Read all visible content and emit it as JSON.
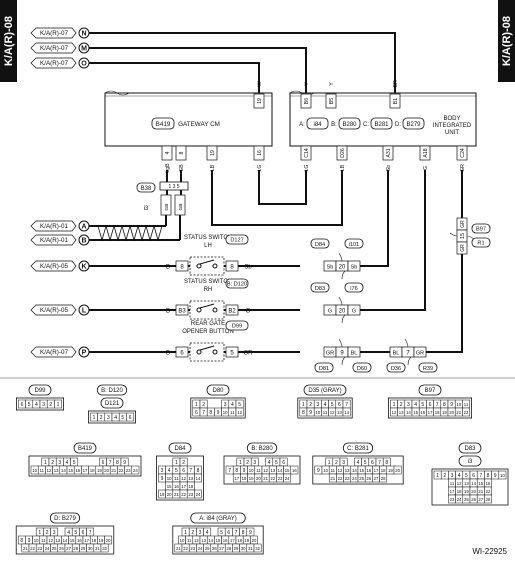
{
  "side_tab": "K/A(R)-08",
  "figure_id": "WI-22925",
  "harness": {
    "prefix": "K/A(R)-07",
    "rows": [
      {
        "label": "K/A(R)-07",
        "pin": "N"
      },
      {
        "label": "K/A(R)-07",
        "pin": "M"
      },
      {
        "label": "K/A(R)-07",
        "pin": "O"
      },
      {
        "label": "K/A(R)-01",
        "pin": "A"
      },
      {
        "label": "K/A(R)-01",
        "pin": "B"
      },
      {
        "label": "K/A(R)-05",
        "pin": "K"
      },
      {
        "label": "K/A(R)-05",
        "pin": "L"
      },
      {
        "label": "K/A(R)-07",
        "pin": "P"
      }
    ]
  },
  "gateway": {
    "name": "GATEWAY CM",
    "code": "B419",
    "top_pins": [
      {
        "n": "19",
        "w": "W"
      }
    ],
    "bottom_pins": [
      {
        "n": "4",
        "w": "LgB"
      },
      {
        "n": "8",
        "w": "GB"
      },
      {
        "n": "19",
        "w": "LB"
      },
      {
        "n": "16",
        "w": "LG"
      }
    ]
  },
  "biu": {
    "name": "BODY INTEGRATED UNIT",
    "codes": [
      {
        "k": "A:",
        "c": "i84"
      },
      {
        "k": "B:",
        "c": "B280"
      },
      {
        "k": "C:",
        "c": "B281"
      },
      {
        "k": "D:",
        "c": "B279"
      }
    ],
    "top_pins": [
      {
        "n": "B6",
        "w": "Y"
      },
      {
        "n": "B5",
        "w": "Y"
      },
      {
        "n": "B1",
        "w": "GR"
      }
    ],
    "bottom_pins": [
      {
        "n": "C14",
        "w": "LG"
      },
      {
        "n": "D26",
        "w": "LB"
      },
      {
        "n": "A31",
        "w": "Sb"
      },
      {
        "n": "A18",
        "w": "G"
      },
      {
        "n": "C24",
        "w": "GR"
      }
    ]
  },
  "joint_b38": {
    "code": "B38",
    "sub": "i3",
    "pins": [
      "1",
      "3",
      "5"
    ]
  },
  "switches": [
    {
      "title": "STATUS SWITCH LH",
      "code": "D127",
      "pin_l": "8",
      "pin_r": "8",
      "wire_l": "B",
      "wire_r": "Sb"
    },
    {
      "title": "STATUS SWITCH RH",
      "code": "B: D120",
      "pin_l": "B3",
      "pin_r": "B2",
      "wire_l": "B",
      "wire_r": "G"
    },
    {
      "title": "REAR GATE OPENER BUTTON",
      "code": "D99",
      "pin_l": "6",
      "pin_r": "5",
      "wire_l": "B",
      "wire_r": "GR"
    }
  ],
  "inline_connectors": [
    {
      "code": "D84",
      "sub": "i101",
      "pin": "20",
      "wire_l": "Sb",
      "wire_r": "Sb"
    },
    {
      "code": "D83",
      "sub": "i76",
      "pin": "20",
      "wire_l": "G",
      "wire_r": "G"
    },
    {
      "code": "D81",
      "sub": "D60",
      "pin": "9",
      "wire_l": "GR",
      "wire_r": "BL"
    },
    {
      "code": "D36",
      "sub": "R39",
      "pin": "7",
      "wire_l": "BL",
      "wire_r": "GR"
    },
    {
      "code": "B97",
      "sub": "R1",
      "pin": "15",
      "wire_l": "GR",
      "wire_r": "GR"
    }
  ],
  "connector_views": [
    {
      "name": "D99",
      "rows": [
        [
          "6",
          "5",
          "4",
          "3",
          "2",
          "1"
        ]
      ]
    },
    {
      "name": "B: D120",
      "sub": "D121",
      "rows": [
        [
          "1",
          "2",
          "3",
          "4",
          "5",
          "6"
        ]
      ]
    },
    {
      "name": "D80",
      "rows": [
        [
          "1",
          "2",
          "",
          "",
          "3",
          "4",
          "5"
        ],
        [
          "6",
          "7",
          "8",
          "9",
          "10",
          "11",
          "12"
        ]
      ]
    },
    {
      "name": "D35 (GRAY)",
      "rows": [
        [
          "1",
          "2",
          "3",
          "4",
          "5",
          "6",
          "7"
        ],
        [
          "8",
          "9",
          "10",
          "11",
          "12",
          "13",
          "14"
        ]
      ]
    },
    {
      "name": "B97",
      "rows": [
        [
          "1",
          "2",
          "3",
          "4",
          "5",
          "6",
          "7",
          "8",
          "9",
          "10",
          "11"
        ],
        [
          "12",
          "13",
          "14",
          "15",
          "16",
          "17",
          "18",
          "19",
          "20",
          "21",
          "22"
        ]
      ]
    },
    {
      "name": "B419",
      "rows": [
        [
          "1",
          "2",
          "3",
          "4",
          "5",
          "",
          "",
          "",
          "6",
          "7",
          "8",
          "9"
        ],
        [
          "10",
          "11",
          "12",
          "13",
          "14",
          "15",
          "16",
          "17",
          "18",
          "19",
          "20",
          "21",
          "22",
          "23",
          "24"
        ]
      ]
    },
    {
      "name": "D84",
      "rows": [
        [
          "1",
          "2"
        ],
        [
          "3",
          "4",
          "5",
          "6",
          "7",
          "8"
        ],
        [
          "9",
          "10",
          "11",
          "12",
          "13",
          "14"
        ],
        [
          "15",
          "16",
          "17",
          "18"
        ],
        [
          "19",
          "20",
          "21",
          "22",
          "23",
          "24"
        ]
      ]
    },
    {
      "name": "B: B280",
      "rows": [
        [
          "1",
          "2",
          "3",
          "",
          "4",
          "5",
          "6"
        ],
        [
          "7",
          "8",
          "9",
          "10",
          "11",
          "12",
          "13",
          "14",
          "15",
          "16"
        ],
        [
          "17",
          "18",
          "19",
          "20",
          "21",
          "22",
          "23",
          "24"
        ]
      ]
    },
    {
      "name": "C: B281",
      "rows": [
        [
          "1",
          "2",
          "3",
          "",
          "4",
          "5",
          "6",
          "7",
          "8"
        ],
        [
          "9",
          "10",
          "11",
          "12",
          "13",
          "14",
          "15",
          "16",
          "17",
          "18",
          "19",
          "20"
        ],
        [
          "21",
          "22",
          "23",
          "24",
          "25",
          "26",
          "27",
          "28"
        ]
      ]
    },
    {
      "name": "D83",
      "sub": "i3",
      "rows": [
        [
          "1",
          "2",
          "3",
          "4",
          "5",
          "6",
          "7",
          "8",
          "9",
          "10"
        ],
        [
          "11",
          "12",
          "13",
          "14",
          "15",
          "16"
        ],
        [
          "17",
          "18",
          "19",
          "20",
          "21",
          "22"
        ],
        [
          "23",
          "24",
          "25",
          "26",
          "27",
          "28"
        ]
      ]
    },
    {
      "name": "D: B279",
      "rows": [
        [
          "1",
          "2",
          "3",
          "",
          "4",
          "5",
          "6",
          "7"
        ],
        [
          "8",
          "9",
          "10",
          "11",
          "12",
          "13",
          "14",
          "15",
          "16",
          "17",
          "18",
          "19",
          "20"
        ],
        [
          "21",
          "22",
          "23",
          "24",
          "25",
          "26",
          "27",
          "28",
          "29",
          "30",
          "31",
          "32"
        ]
      ]
    },
    {
      "name": "A: i84 (GRAY)",
      "rows": [
        [
          "1",
          "2",
          "3",
          "4",
          "",
          "5",
          "6",
          "7",
          "8",
          "9"
        ],
        [
          "10",
          "11",
          "12",
          "13",
          "14",
          "15",
          "16",
          "17",
          "18",
          "19",
          "20"
        ],
        [
          "21",
          "22",
          "23",
          "24",
          "25",
          "26",
          "27",
          "28",
          "29",
          "30",
          "31",
          "32"
        ]
      ]
    }
  ]
}
